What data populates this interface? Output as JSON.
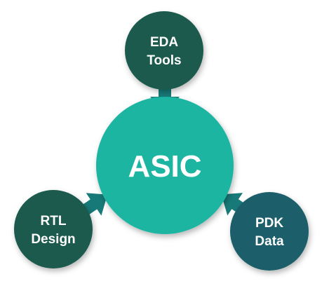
{
  "center": {
    "label": "ASIC",
    "color": "#1fb5a2"
  },
  "nodes": {
    "eda": {
      "line1": "EDA",
      "line2": "Tools",
      "color": "#1a5a4d"
    },
    "rtl": {
      "line1": "RTL",
      "line2": "Design",
      "color": "#1a5a4d"
    },
    "pdk": {
      "line1": "PDK",
      "line2": "Data",
      "color": "#1d5e6a"
    }
  },
  "arrow_color": "#177a78"
}
